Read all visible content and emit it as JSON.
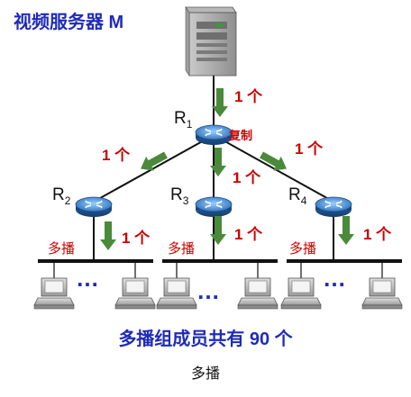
{
  "server": {
    "title": "视频服务器 M"
  },
  "routers": {
    "r1": {
      "letter": "R",
      "sub": "1"
    },
    "r2": {
      "letter": "R",
      "sub": "2"
    },
    "r3": {
      "letter": "R",
      "sub": "3"
    },
    "r4": {
      "letter": "R",
      "sub": "4"
    }
  },
  "copy_label": "复制",
  "flow_labels": {
    "server_r1": "1 个",
    "r1_r2": "1 个",
    "r1_r3": "1 个",
    "r1_r4": "1 个",
    "r2_lan": "1 个",
    "r3_lan": "1 个",
    "r4_lan": "1 个"
  },
  "lan_labels": {
    "lan1": "多播",
    "lan2": "多播",
    "lan3": "多播"
  },
  "ellipsis": "…",
  "group_caption": "多播组成员共有 90 个",
  "figure_caption": "多播",
  "colors": {
    "title_blue": "#1f2bb8",
    "label_red": "#cc0000",
    "arrow_green": "#4a8a3a",
    "router_blue": "#3d7fc9"
  }
}
